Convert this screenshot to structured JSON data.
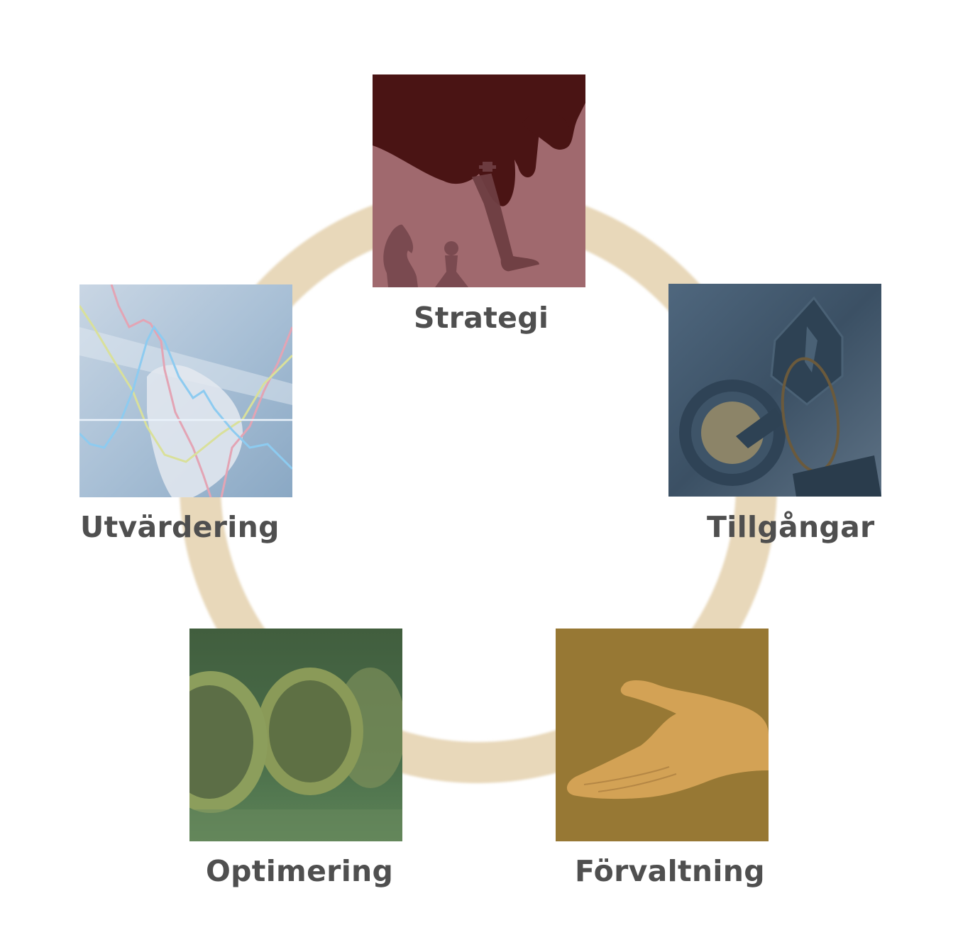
{
  "diagram": {
    "type": "cycle",
    "ring_color": "#E8D8BA",
    "label_color": "#4F4F4F",
    "nodes": [
      {
        "id": "strategi",
        "label": "Strategi",
        "image": "chess-hand-image",
        "tint": "#A0696E"
      },
      {
        "id": "tillgangar",
        "label": "Tillgångar",
        "image": "key-lock-image",
        "tint": "#3E5468"
      },
      {
        "id": "forvaltning",
        "label": "Förvaltning",
        "image": "open-hand-image",
        "tint": "#977834"
      },
      {
        "id": "optimering",
        "label": "Optimering",
        "image": "euro-coins-image",
        "tint": "#415E3E"
      },
      {
        "id": "utvardering",
        "label": "Utvärdering",
        "image": "chart-hand-image",
        "tint": "#8AA8C4"
      }
    ]
  }
}
